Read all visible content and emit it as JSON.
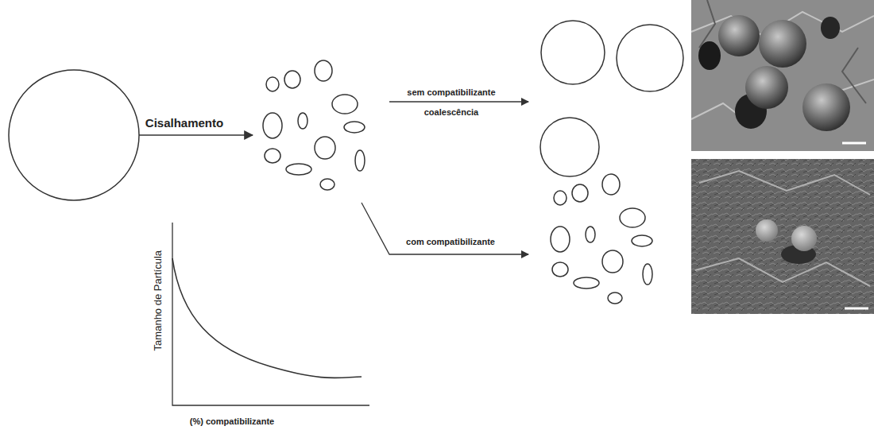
{
  "diagram": {
    "labels": [
      "Cisalhamento",
      "sem compatibilizante",
      "coalescência",
      "com compatibilizante",
      "Tamanho de Partícula",
      "(%) compatibilizante"
    ]
  }
}
